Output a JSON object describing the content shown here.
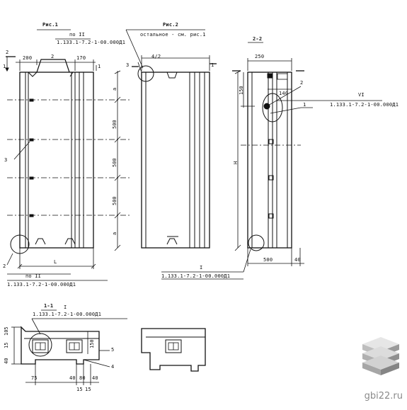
{
  "drawing": {
    "fig1": {
      "title": "Рис.1",
      "subtitle": "по II"
    },
    "fig2": {
      "title": "Рис.2",
      "subtitle": "остальное - см. рис.1"
    },
    "sections": {
      "s22": "2-2",
      "s11": "1-1"
    },
    "refs": {
      "top_left": "2",
      "cut_2": "2",
      "cut_4_2": "4/2",
      "cut_1": "1",
      "cut_3": "3",
      "ref_vi": "VI",
      "ref_vi_code": "1.133.1-7.2-1-00.000Д1",
      "ref_2": "2",
      "ref_1": "1",
      "ref_3": "3",
      "bottom_ref_2": "2",
      "bottom_po2": "по II",
      "bottom_code_left": "1.133.1-7.2-1-00.000Д1",
      "ref_i": "I",
      "ref_i_code": "1.133.1-7.2-1-00.000Д1",
      "sec_i": "I",
      "sec_i_code": "1.133.1-7.2-1-00.000Д1",
      "ref_5": "5",
      "ref_4": "4",
      "fig1_code": "1.133.1-7.2-1-00.000Д1"
    },
    "dims": {
      "d200": "200",
      "d170": "170",
      "d_a1": "а",
      "d500_1": "500",
      "d500_2": "500",
      "d500_3": "500",
      "d_a2": "а",
      "d_L": "L",
      "d250": "250",
      "d140": "140",
      "d150": "150",
      "d_H": "Н",
      "d500_b": "500",
      "d40_b": "40",
      "d105": "105",
      "d15": "15",
      "d40": "40",
      "d75": "75",
      "d40b": "40",
      "d80": "80",
      "d40c": "40",
      "d15b": "15",
      "d15c": "15",
      "d150b": "150"
    },
    "watermark": "gbi22.ru",
    "colors": {
      "ink": "#111111",
      "logo_light": "#d9d9d9",
      "logo_dark": "#9a9a9a",
      "watermark": "#8a8a8a"
    }
  }
}
